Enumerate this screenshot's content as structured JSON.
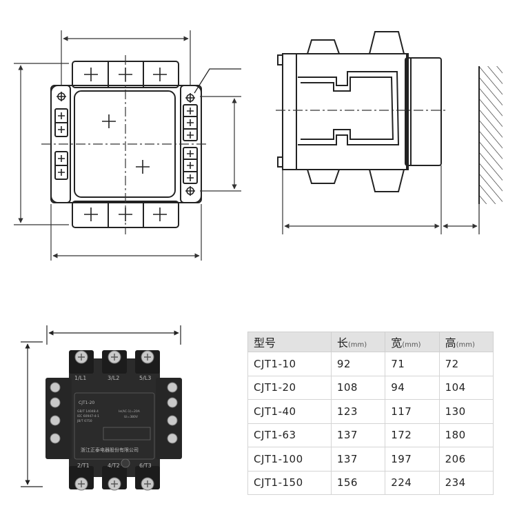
{
  "contactor": {
    "terminals_top": [
      "1/L1",
      "3/L2",
      "5/L3"
    ],
    "terminals_bottom": [
      "2/T1",
      "4/T2",
      "6/T3"
    ],
    "model_label": "CJT1-20",
    "standards": [
      "GB/T 14048.4",
      "IEC 60947-4-1",
      "JB/T 6750"
    ],
    "ratings": [
      "Ie(AC-1)=20A",
      "Ui=380V"
    ],
    "maker": "浙江正泰电器股份有限公司"
  },
  "table": {
    "headers": [
      {
        "label": "型号",
        "unit": ""
      },
      {
        "label": "长",
        "unit": "(mm)"
      },
      {
        "label": "宽",
        "unit": "(mm)"
      },
      {
        "label": "高",
        "unit": "(mm)"
      }
    ],
    "rows": [
      [
        "CJT1-10",
        "92",
        "71",
        "72"
      ],
      [
        "CJT1-20",
        "108",
        "94",
        "104"
      ],
      [
        "CJT1-40",
        "123",
        "117",
        "130"
      ],
      [
        "CJT1-63",
        "137",
        "172",
        "180"
      ],
      [
        "CJT1-100",
        "137",
        "197",
        "206"
      ],
      [
        "CJT1-150",
        "156",
        "224",
        "234"
      ]
    ]
  }
}
